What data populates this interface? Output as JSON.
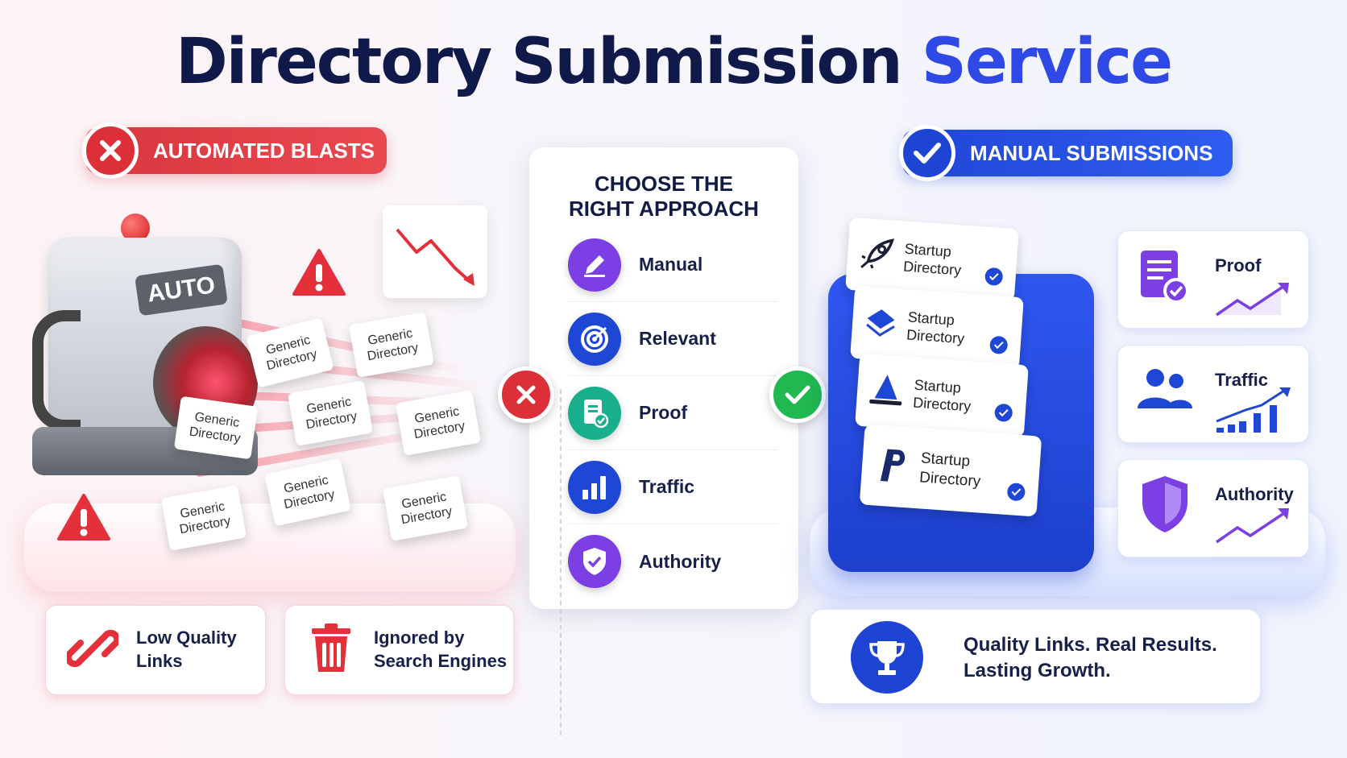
{
  "title": {
    "main": "Directory Submission",
    "accent": "Service"
  },
  "left": {
    "pill_label": "AUTOMATED BLASTS",
    "machine_label": "AUTO",
    "generic_cards": [
      "Generic Directory",
      "Generic Directory",
      "Generic Directory",
      "Generic Directory",
      "Generic Directory",
      "Generic Directory",
      "Generic Directory",
      "Generic Directory"
    ],
    "bottom_cards": [
      {
        "label": "Low Quality Links",
        "icon": "broken-link-icon"
      },
      {
        "label": "Ignored by Search Engines",
        "icon": "trash-icon"
      }
    ]
  },
  "center": {
    "title": "CHOOSE THE RIGHT APPROACH",
    "steps": [
      {
        "label": "Manual",
        "icon": "pencil-icon",
        "color": "#7b3fe4"
      },
      {
        "label": "Relevant",
        "icon": "target-icon",
        "color": "#1f47d6"
      },
      {
        "label": "Proof",
        "icon": "document-check-icon",
        "color": "#18b08c"
      },
      {
        "label": "Traffic",
        "icon": "bar-chart-icon",
        "color": "#1f47d6"
      },
      {
        "label": "Authority",
        "icon": "shield-check-icon",
        "color": "#7b3fe4"
      }
    ]
  },
  "right": {
    "pill_label": "MANUAL SUBMISSIONS",
    "startup_cards": [
      "Startup Directory",
      "Startup Directory",
      "Startup Directory",
      "Startup Directory"
    ],
    "features": [
      {
        "label": "Proof",
        "icon": "document-check-icon"
      },
      {
        "label": "Traffic",
        "icon": "users-icon"
      },
      {
        "label": "Authority",
        "icon": "shield-icon"
      }
    ],
    "quality_text": "Quality Links. Real Results. Lasting Growth."
  },
  "colors": {
    "red": "#dd2f37",
    "blue": "#1f47d6",
    "green": "#1fb94f",
    "purple": "#7b3fe4",
    "navy": "#0f1a4a"
  }
}
